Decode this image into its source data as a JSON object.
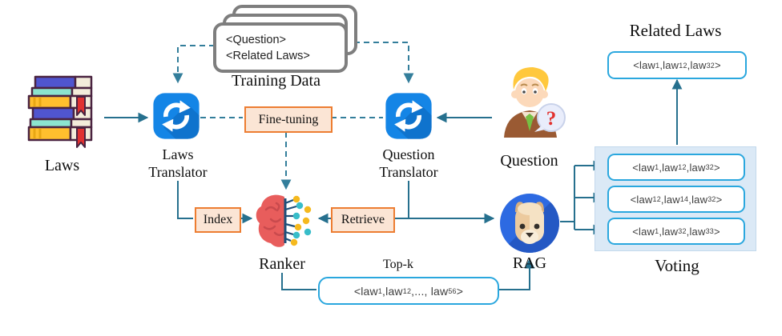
{
  "nodes": {
    "training_data": {
      "label": "Training Data",
      "card_line1": "<Question>",
      "card_line2": "<Related Laws>"
    },
    "laws": {
      "label": "Laws"
    },
    "laws_translator": {
      "line1": "Laws",
      "line2": "Translator"
    },
    "fine_tuning": {
      "label": "Fine-tuning"
    },
    "question_translator": {
      "line1": "Question",
      "line2": "Translator"
    },
    "question": {
      "label": "Question",
      "bubble_mark": "?"
    },
    "ranker": {
      "label": "Ranker"
    },
    "index": {
      "label": "Index"
    },
    "retrieve": {
      "label": "Retrieve"
    },
    "rag": {
      "label": "RAG"
    },
    "top_k": {
      "label": "Top-k",
      "value": "<law_1 ,law_12 ,..., law_56>"
    },
    "related_laws": {
      "title": "Related Laws",
      "value": "<law_1 ,law_12 ,law_32>"
    },
    "voting": {
      "label": "Voting",
      "items": [
        "<law_1 ,law_12 ,law_32>",
        "<law_12 ,law_14 ,law_32>",
        "<law_1 ,law_32 ,law_33>"
      ]
    }
  },
  "icons": {
    "books": "books-icon",
    "laws_translator": "sync-icon",
    "question_translator": "sync-icon",
    "person": "person-question-icon",
    "ranker": "brain-circuit-icon",
    "rag": "llama-icon"
  },
  "colors": {
    "connector": "#26708e",
    "connector_dashed": "#337e9b",
    "law_box_border": "#2aa7de",
    "voting_panel_bg": "#dbe9f6",
    "orange_border": "#ed7d31",
    "orange_fill": "#fbe5d5",
    "translator_icon_blue": "#1485e6",
    "rag_circle_blue": "#2d6ae2"
  }
}
